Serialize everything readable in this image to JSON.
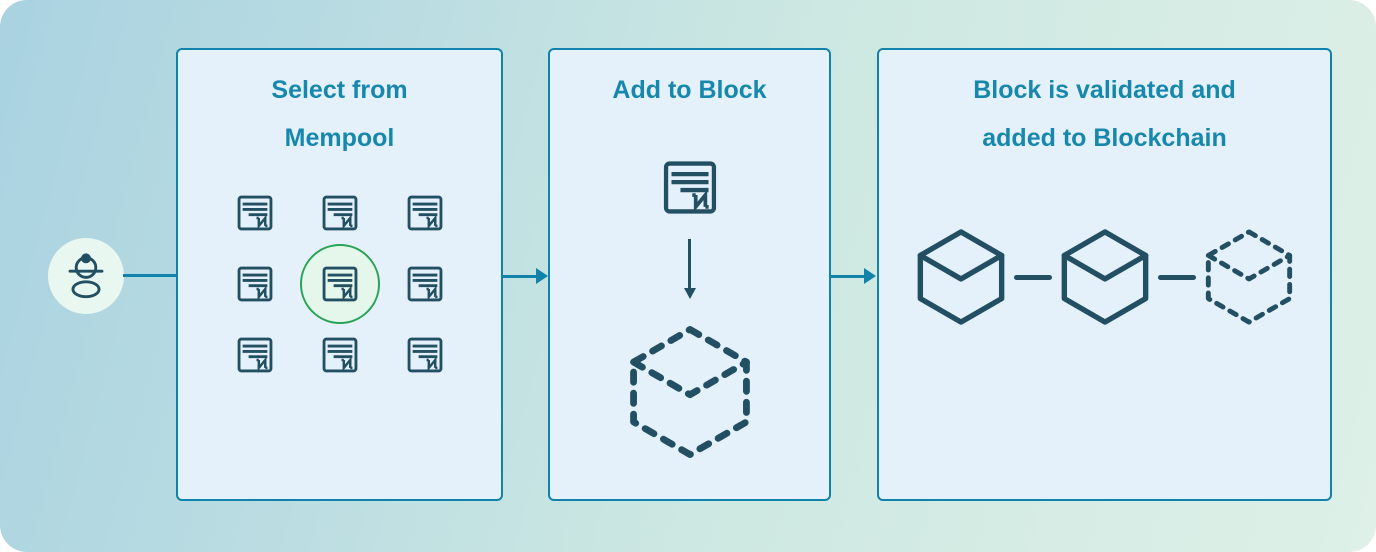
{
  "colors": {
    "bg_start": "#a9d2e1",
    "bg_mid": "#cde8e2",
    "bg_end": "#def0e7",
    "panel_bg": "#e4f1fb",
    "panel_border": "#1182a9",
    "title_text": "#1787ad",
    "icon_stroke": "#234f63",
    "arrow": "#1182a9",
    "select_ring": "#2aa358",
    "select_fill": "#e5f7eb",
    "avatar_bg": "#e8f7ef"
  },
  "icons": {
    "actor": "miner-icon",
    "transaction": "transaction-note-icon",
    "block_solid": "block-cube-icon",
    "block_pending": "dashed-block-cube-icon",
    "flow_arrow": "arrow-right-icon",
    "add_arrow": "arrow-down-icon"
  },
  "panels": [
    {
      "title_lines": [
        "Select from",
        "Mempool"
      ],
      "transaction_count": 9,
      "selected_transaction_position": "center"
    },
    {
      "title_lines": [
        "Add to Block"
      ]
    },
    {
      "title_lines": [
        "Block is validated and",
        "added to Blockchain"
      ],
      "solid_blocks": 2,
      "pending_blocks": 1
    }
  ]
}
